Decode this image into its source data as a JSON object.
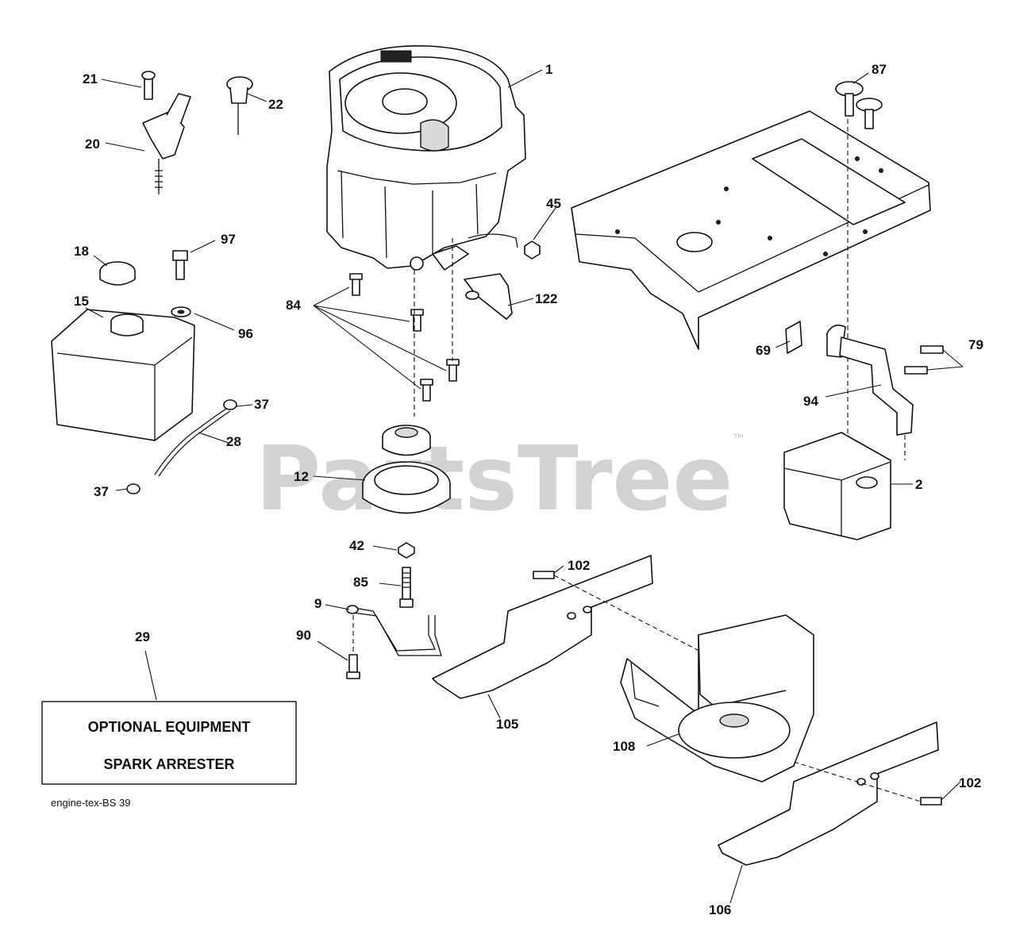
{
  "watermark": {
    "text": "PartsTree",
    "trademark": "™"
  },
  "callouts": {
    "c1": "1",
    "c2": "2",
    "c9": "9",
    "c12": "12",
    "c15": "15",
    "c18": "18",
    "c20": "20",
    "c21": "21",
    "c22": "22",
    "c28": "28",
    "c29": "29",
    "c37a": "37",
    "c37b": "37",
    "c42": "42",
    "c45": "45",
    "c69": "69",
    "c79": "79",
    "c84": "84",
    "c85": "85",
    "c87": "87",
    "c90": "90",
    "c94": "94",
    "c96": "96",
    "c97": "97",
    "c102a": "102",
    "c102b": "102",
    "c105": "105",
    "c106": "106",
    "c108": "108",
    "c122": "122"
  },
  "optional_box": {
    "line1": "OPTIONAL EQUIPMENT",
    "line2": "SPARK ARRESTER"
  },
  "footer": {
    "code": "engine-tex-BS  39"
  },
  "colors": {
    "ink": "#111111",
    "watermark": "#c8c8c8",
    "shade": "#d9d9d9"
  }
}
